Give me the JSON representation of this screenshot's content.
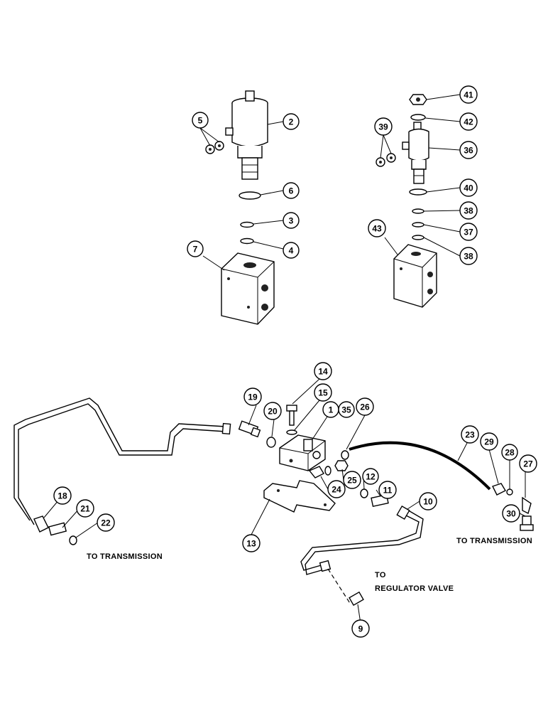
{
  "callouts": [
    "5",
    "2",
    "6",
    "3",
    "4",
    "7",
    "41",
    "42",
    "39",
    "36",
    "40",
    "38",
    "37",
    "38",
    "43",
    "14",
    "15",
    "19",
    "20",
    "1",
    "35",
    "26",
    "23",
    "29",
    "28",
    "27",
    "18",
    "21",
    "22",
    "25",
    "24",
    "12",
    "11",
    "10",
    "13",
    "30",
    "9"
  ],
  "labels": {
    "left_destination": "TO TRANSMISSION",
    "right_destination": "TO TRANSMISSION",
    "regulator_line1": "TO",
    "regulator_line2": "REGULATOR VALVE"
  }
}
